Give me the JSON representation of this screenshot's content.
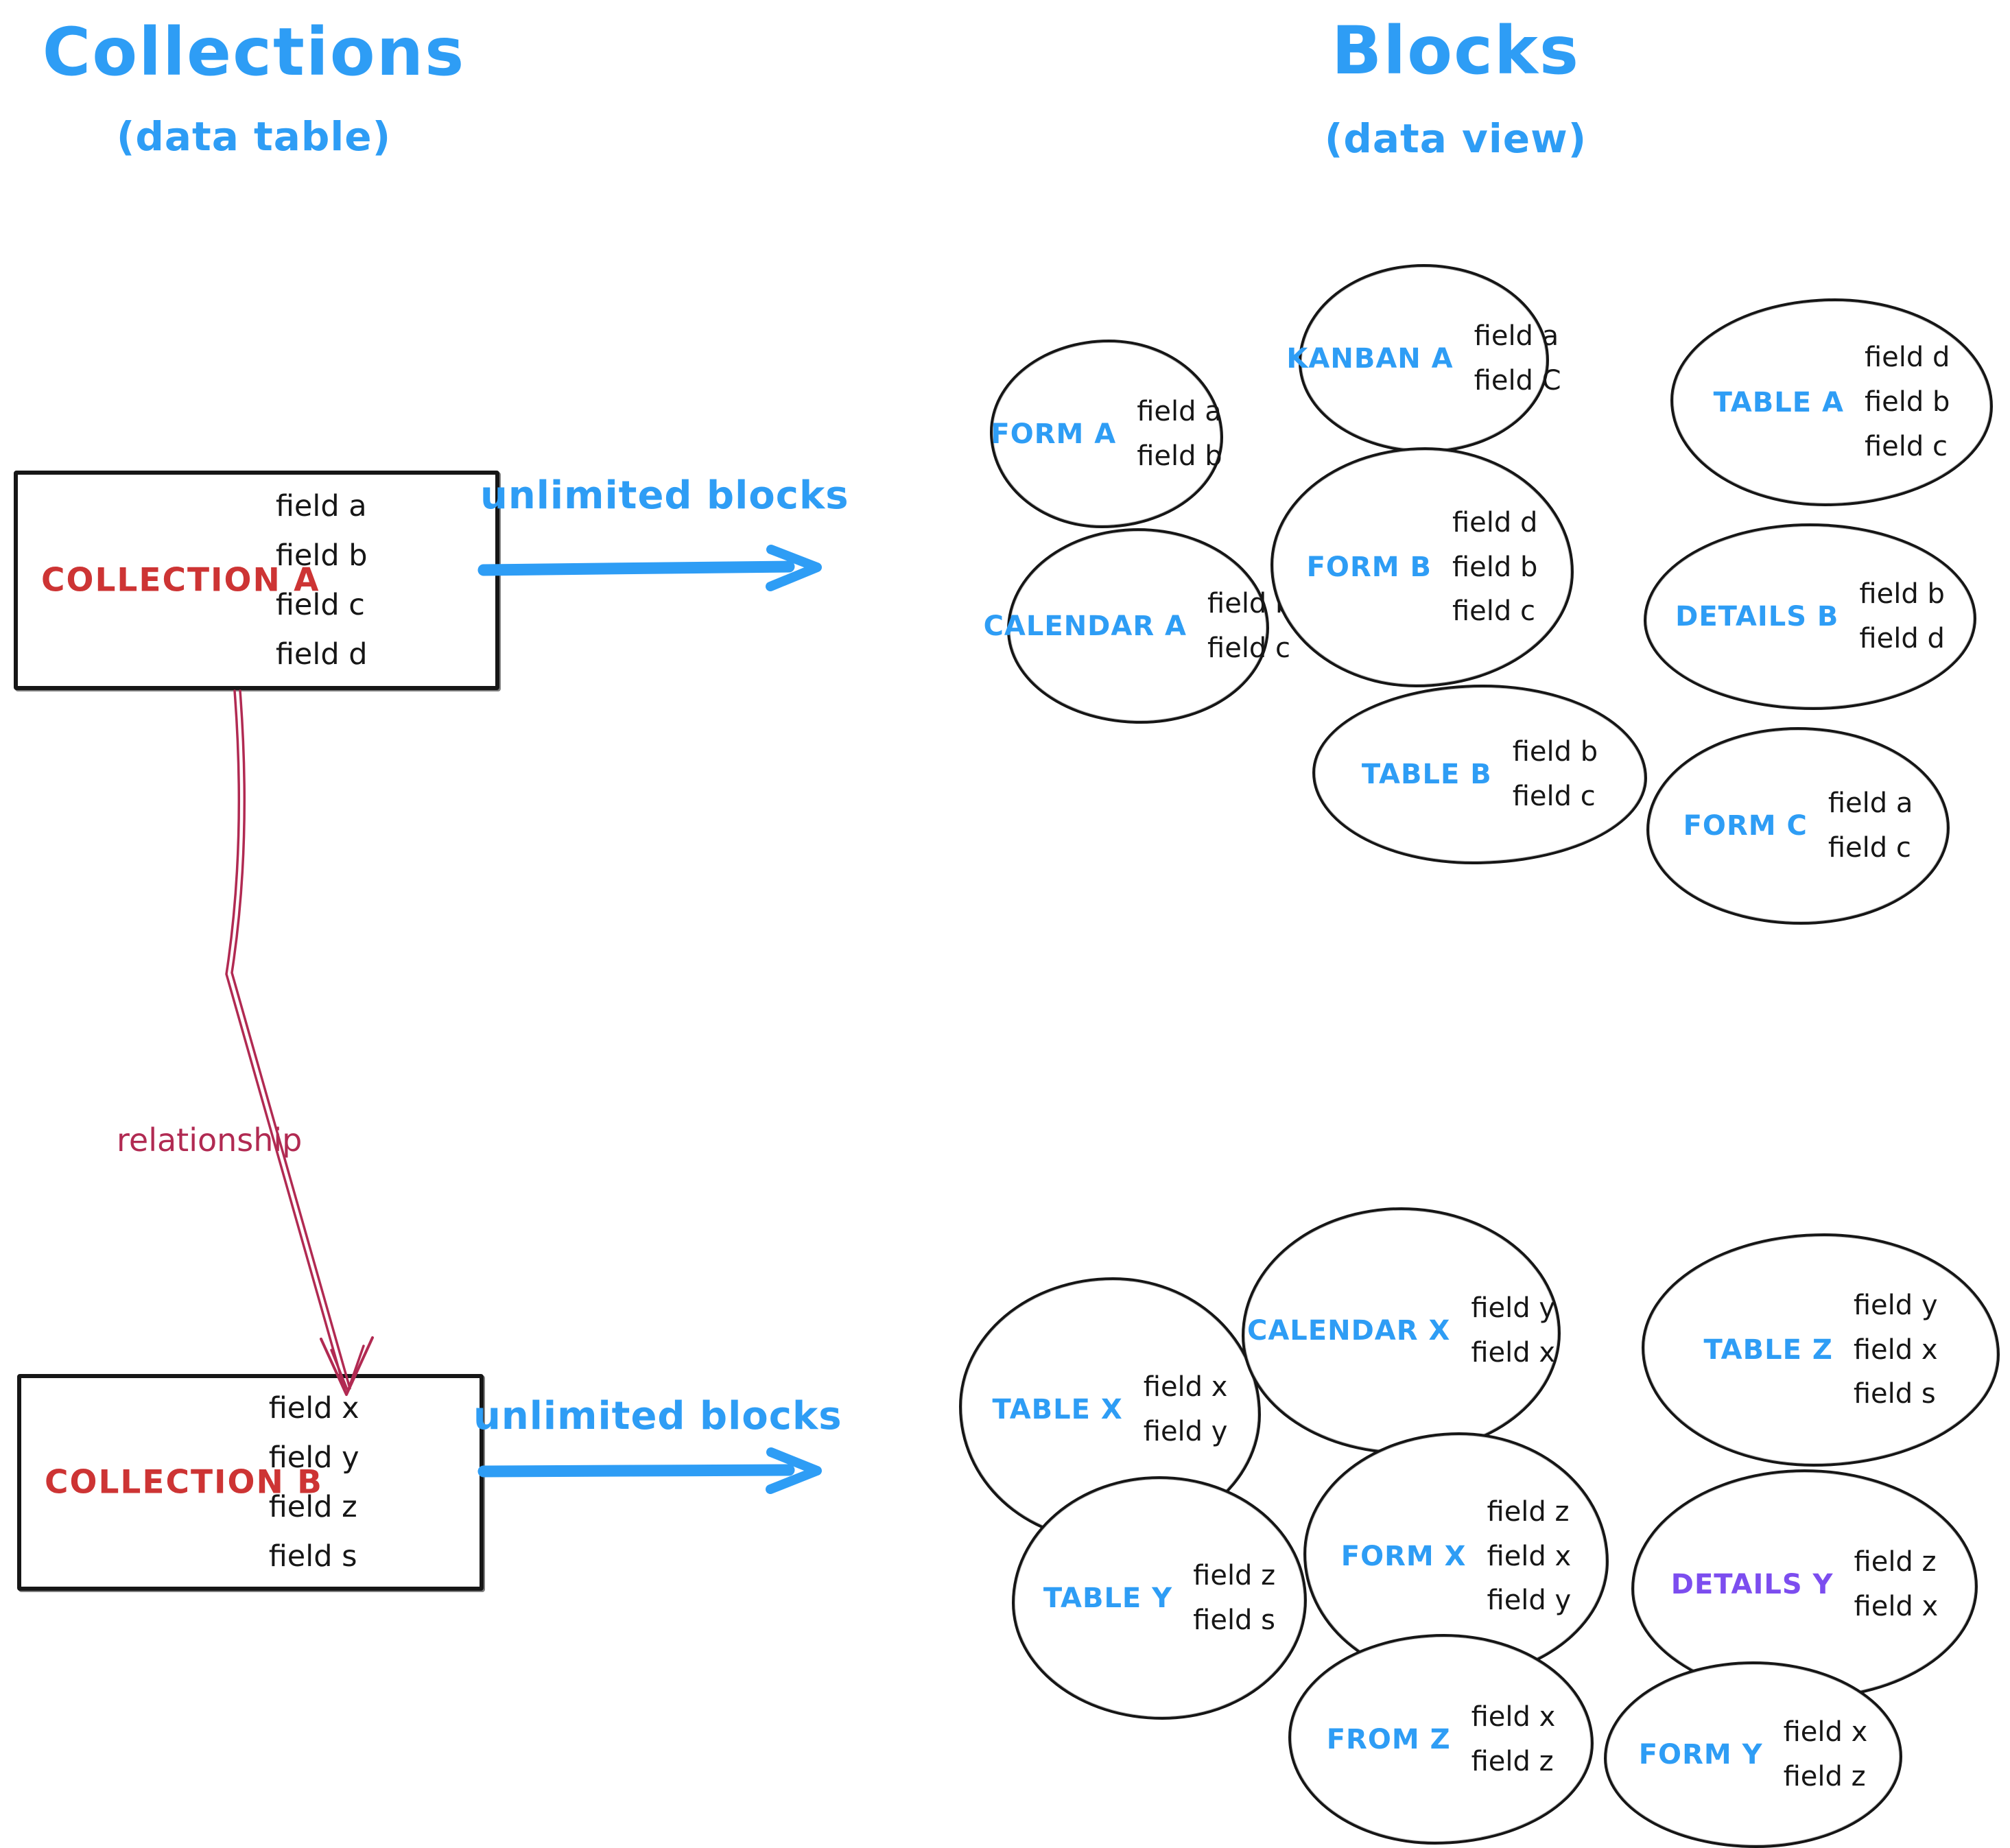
{
  "titles": {
    "collections": "Collections",
    "collections_sub": "(data table)",
    "blocks": "Blocks",
    "blocks_sub": "(data view)"
  },
  "colors": {
    "blue": "#2e9df5",
    "red": "#cd3434",
    "crimson": "#b12a52",
    "purple": "#7c4def",
    "ink": "#161616",
    "paper": "#ffffff"
  },
  "collection_a": {
    "label": "COLLECTION A",
    "fields": [
      "field a",
      "field b",
      "field c",
      "field d"
    ]
  },
  "collection_b": {
    "label": "COLLECTION B",
    "fields": [
      "field x",
      "field y",
      "field z",
      "field s"
    ]
  },
  "arrows": {
    "top_label": "unlimited blocks",
    "bottom_label": "unlimited blocks",
    "relationship_label": "relationship"
  },
  "blocks_a": [
    {
      "label": "FORM A",
      "fields": [
        "field a",
        "field b"
      ]
    },
    {
      "label": "KANBAN A",
      "fields": [
        "field a",
        "field C"
      ]
    },
    {
      "label": "TABLE A",
      "fields": [
        "field d",
        "field b",
        "field c"
      ]
    },
    {
      "label": "CALENDAR A",
      "fields": [
        "field b",
        "field c"
      ]
    },
    {
      "label": "FORM B",
      "fields": [
        "field d",
        "field b",
        "field c"
      ]
    },
    {
      "label": "DETAILS B",
      "fields": [
        "field b",
        "field d"
      ]
    },
    {
      "label": "TABLE B",
      "fields": [
        "field b",
        "field c"
      ]
    },
    {
      "label": "FORM C",
      "fields": [
        "field a",
        "field c"
      ]
    }
  ],
  "blocks_b": [
    {
      "label": "TABLE X",
      "fields": [
        "field x",
        "field y"
      ]
    },
    {
      "label": "CALENDAR X",
      "fields": [
        "field y",
        "field x"
      ]
    },
    {
      "label": "TABLE Z",
      "fields": [
        "field y",
        "field x",
        "field s"
      ]
    },
    {
      "label": "TABLE Y",
      "fields": [
        "field z",
        "field s"
      ]
    },
    {
      "label": "FORM X",
      "fields": [
        "field z",
        "field x",
        "field y"
      ]
    },
    {
      "label": "DETAILS Y",
      "fields": [
        "field z",
        "field x"
      ],
      "label_color": "#7c4def"
    },
    {
      "label": "FROM Z",
      "fields": [
        "field x",
        "field z"
      ]
    },
    {
      "label": "FORM Y",
      "fields": [
        "field x",
        "field z"
      ]
    }
  ]
}
